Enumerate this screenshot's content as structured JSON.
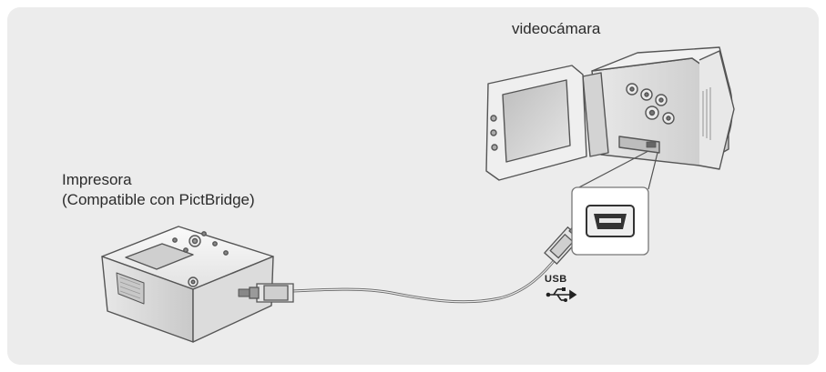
{
  "camera": {
    "label": "videocámara"
  },
  "printer": {
    "label_line1": "Impresora",
    "label_line2": "(Compatible con PictBridge)"
  },
  "usb": {
    "label": "USB",
    "icon": "usb-trident-icon"
  },
  "colors": {
    "panel": "#ececec",
    "line": "#555555",
    "device_light": "#f4f4f4",
    "device_mid": "#d8d8d8",
    "device_dark": "#9a9a9a"
  }
}
